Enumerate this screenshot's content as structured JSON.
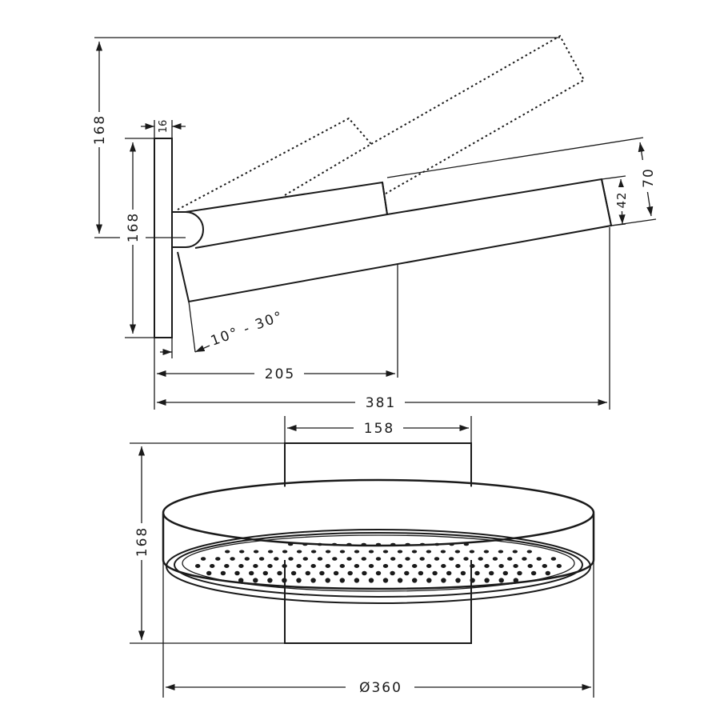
{
  "side_view": {
    "dim_height_total": "168",
    "dim_plate_height": "168",
    "dim_plate_thickness": "16",
    "dim_head_thickness_outer": "70",
    "dim_head_thickness_inner": "42",
    "dim_angle_range": "10° - 30°",
    "dim_pivot_depth": "205",
    "dim_total_projection": "381"
  },
  "front_view": {
    "dim_plate_width": "158",
    "dim_height": "168",
    "dim_diameter": "Ø360"
  },
  "colors": {
    "line": "#1a1a1a",
    "background": "#ffffff"
  }
}
